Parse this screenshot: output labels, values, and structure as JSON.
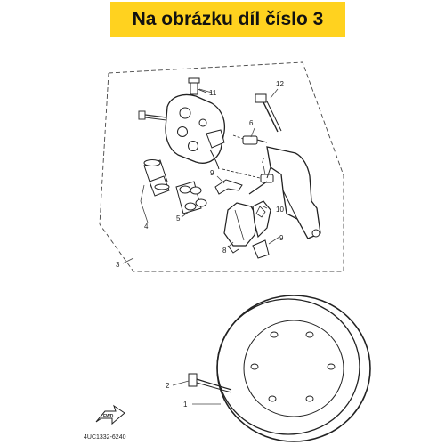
{
  "banner": {
    "text": "Na obrázku díl číslo 3",
    "background": "#ffd21f"
  },
  "callouts": [
    "1",
    "2",
    "3",
    "4",
    "5",
    "6",
    "7",
    "8",
    "9",
    "9",
    "10",
    "11",
    "12"
  ],
  "fwd_label": "FWD",
  "diagram_code": "4UC1332-6240"
}
